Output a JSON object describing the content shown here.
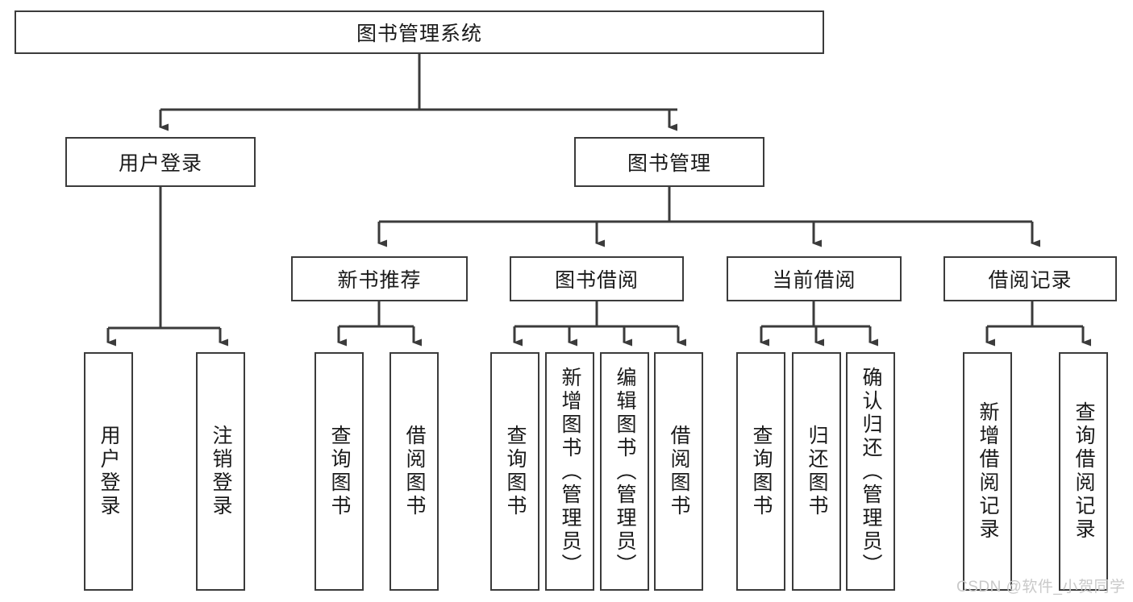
{
  "diagram": {
    "title": "图书管理系统",
    "root": {
      "label": "图书管理系统"
    },
    "level2": [
      {
        "label": "用户登录"
      },
      {
        "label": "图书管理"
      }
    ],
    "level3": [
      {
        "label": "新书推荐"
      },
      {
        "label": "图书借阅"
      },
      {
        "label": "当前借阅"
      },
      {
        "label": "借阅记录"
      }
    ],
    "leaves": {
      "user_login": [
        {
          "label": "用户登录"
        },
        {
          "label": "注销登录"
        }
      ],
      "new_book_recommend": [
        {
          "label": "查询图书"
        },
        {
          "label": "借阅图书"
        }
      ],
      "book_borrow": [
        {
          "label": "查询图书"
        },
        {
          "label": "新增图书（管理员）"
        },
        {
          "label": "编辑图书（管理员）"
        },
        {
          "label": "借阅图书"
        }
      ],
      "current_borrow": [
        {
          "label": "查询图书"
        },
        {
          "label": "归还图书"
        },
        {
          "label": "确认归还（管理员）"
        }
      ],
      "borrow_record": [
        {
          "label": "新增借阅记录"
        },
        {
          "label": "查询借阅记录"
        }
      ]
    }
  },
  "watermark": {
    "text": "CSDN @软件_小贺同学"
  },
  "colors": {
    "stroke": "#3b3b3b",
    "text": "#1a1a1a",
    "background": "#ffffff",
    "watermark": "#c9c9c9"
  }
}
